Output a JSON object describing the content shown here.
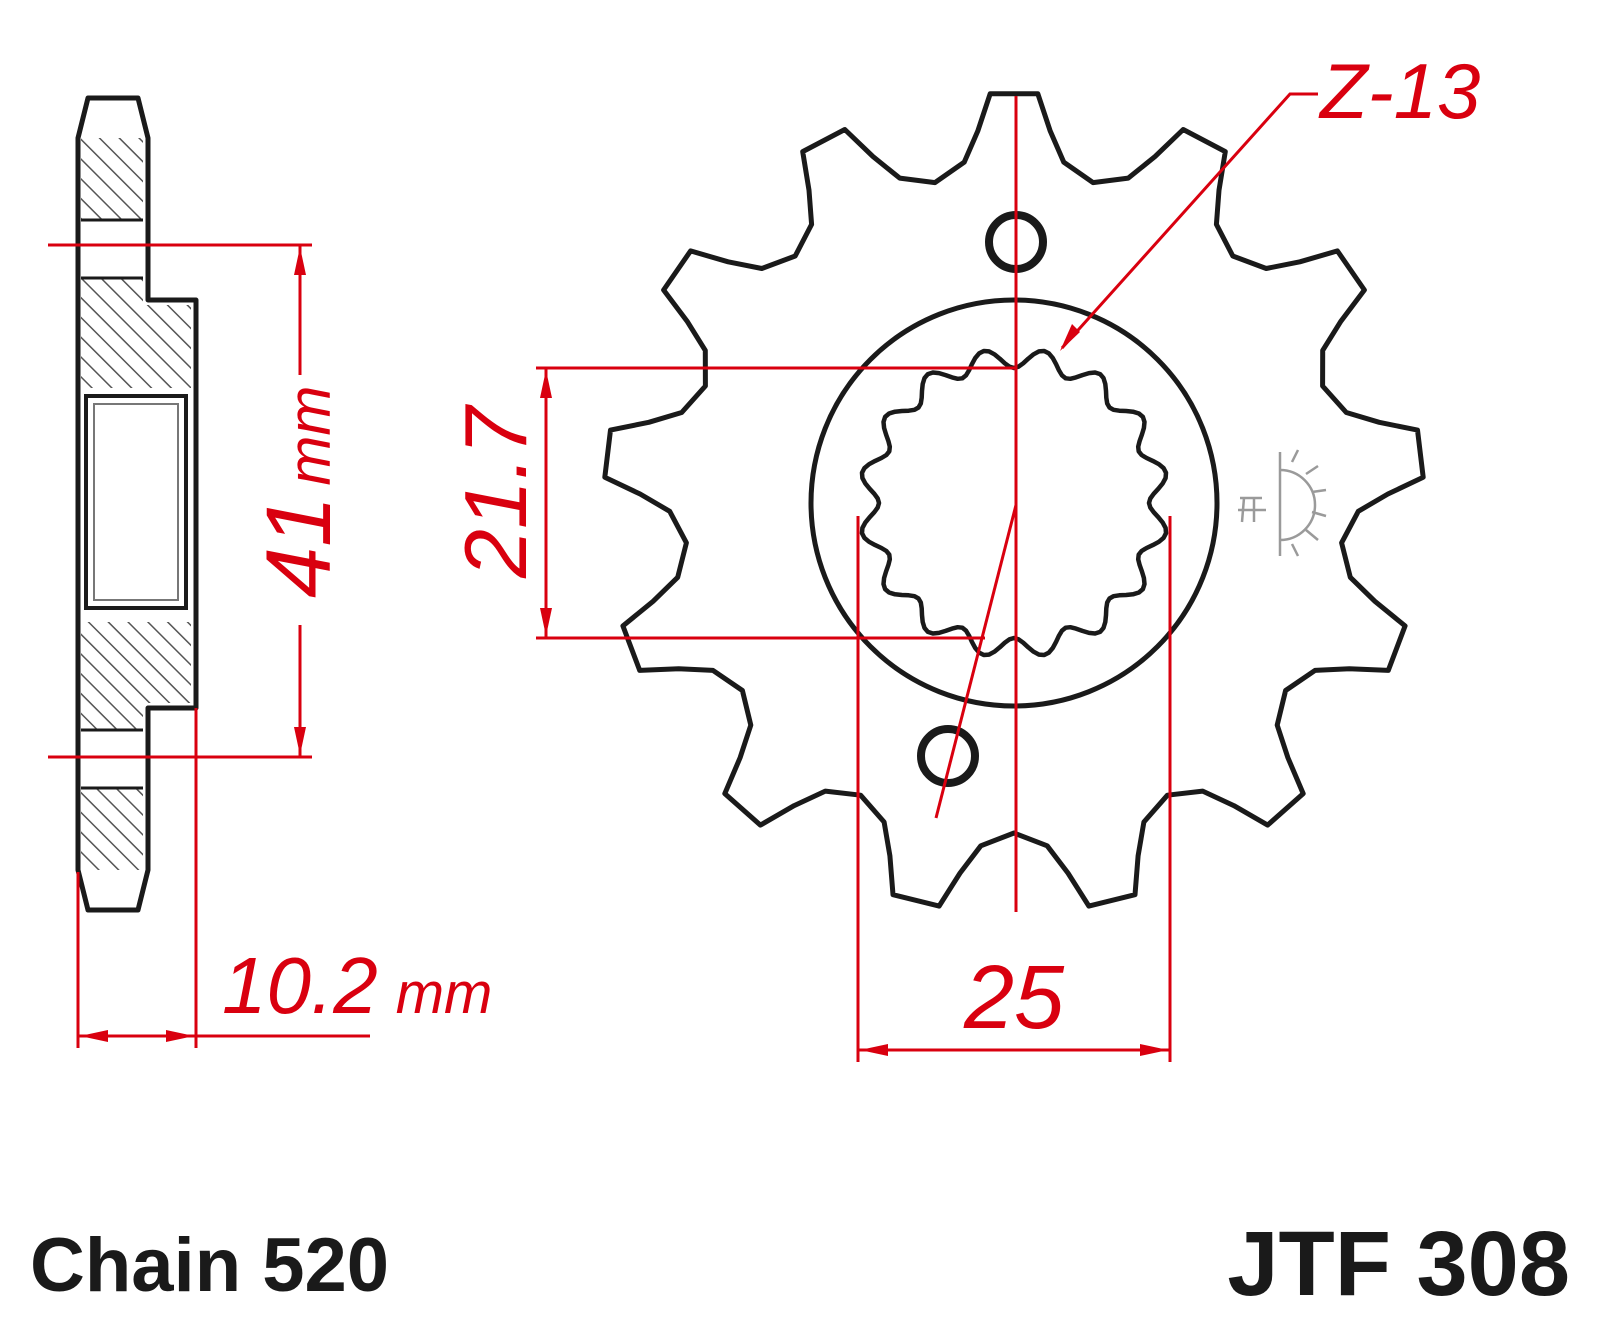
{
  "labels": {
    "teeth_count": "Z-13",
    "width_value": "41",
    "width_unit": "mm",
    "thickness_value": "10.2",
    "thickness_unit": "mm",
    "spline_height": "21.7",
    "spline_width": "25"
  },
  "footer": {
    "chain": "Chain 520",
    "part_number": "JTF 308"
  },
  "colors": {
    "dimension": "#d9000f",
    "outline": "#1a1a1a",
    "hatch": "#555555"
  }
}
